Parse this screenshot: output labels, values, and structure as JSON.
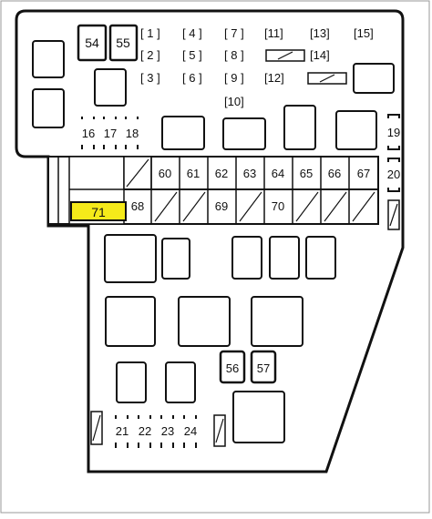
{
  "diagram": {
    "highlight_color": "#f5ea1a",
    "top_relays": [
      "54",
      "55"
    ],
    "small_fuses": {
      "row1": [
        "1",
        "4",
        "7",
        "11",
        "13",
        "15"
      ],
      "row2": [
        "2",
        "5",
        "8",
        "14"
      ],
      "row3": [
        "3",
        "6",
        "9",
        "12"
      ],
      "row4": [
        "10"
      ]
    },
    "vertical_fuses": [
      "16",
      "17",
      "18"
    ],
    "right_side_fuses": [
      "19",
      "20"
    ],
    "block_top_row": [
      "60",
      "61",
      "62",
      "63",
      "64",
      "65",
      "66",
      "67"
    ],
    "block_bottom_row": [
      "68",
      "69",
      "70"
    ],
    "highlighted_fuse": "71",
    "mid_relays": [
      "56",
      "57"
    ],
    "bottom_fuses": [
      "21",
      "22",
      "23",
      "24"
    ]
  }
}
